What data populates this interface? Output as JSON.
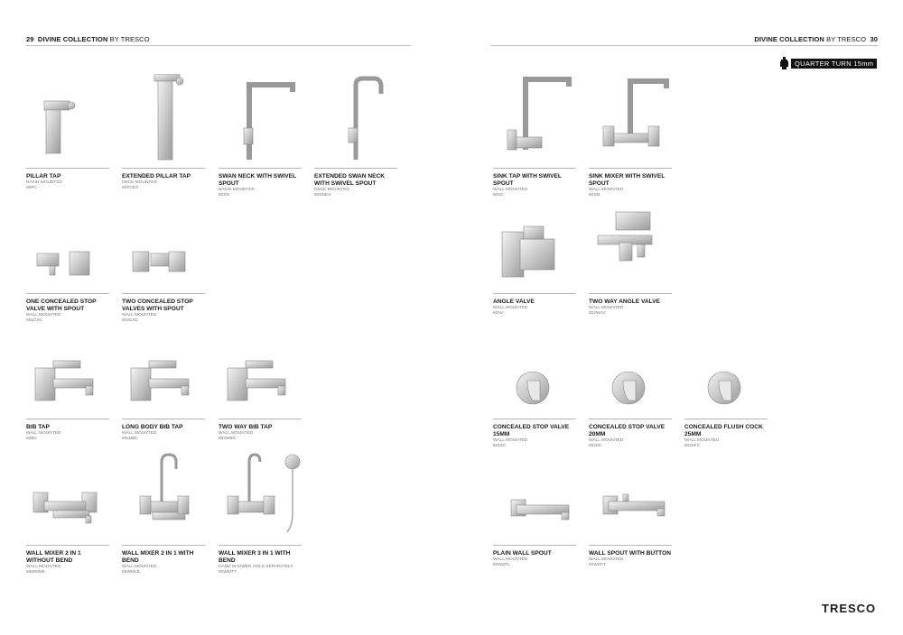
{
  "left_header": {
    "page": "29",
    "collection": "DIVINE COLLECTION",
    "by": "BY TRESCO"
  },
  "right_header": {
    "page": "30",
    "collection": "DIVINE COLLECTION",
    "by": "BY TRESCO"
  },
  "badge": {
    "label": "QUARTER TURN 15mm",
    "icon": "valve-cartridge-icon"
  },
  "brand": "TRESCO",
  "products": [
    {
      "name": "PILLAR TAP",
      "mount": "BASIN MOUNTED",
      "code": "60PC",
      "kind": "pillar"
    },
    {
      "name": "EXTENDED PILLAR TAP",
      "mount": "DECK MOUNTED",
      "code": "60PCEX",
      "kind": "tallpillar"
    },
    {
      "name": "SWAN NECK WITH SWIVEL SPOUT",
      "mount": "BASIN MOUNTED",
      "code": "60SN",
      "kind": "swan"
    },
    {
      "name": "EXTENDED SWAN NECK WITH SWIVEL SPOUT",
      "mount": "DECK MOUNTED",
      "code": "60SNEX",
      "kind": "swan2"
    },
    {
      "name": "ONE CONCEALED STOP VALVE WITH SPOUT",
      "mount": "WALL MOUNTED",
      "code": "601CSC",
      "kind": "conc1"
    },
    {
      "name": "TWO CONCEALED STOP VALVES WITH SPOUT",
      "mount": "WALL MOUNTED",
      "code": "602CSC",
      "kind": "conc2"
    },
    {
      "name": "BIB TAP",
      "mount": "WALL MOUNTED",
      "code": "60BC",
      "kind": "bib"
    },
    {
      "name": "LONG BODY BIB TAP",
      "mount": "WALL MOUNTED",
      "code": "60LBBC",
      "kind": "bib"
    },
    {
      "name": "TWO WAY BIB TAP",
      "mount": "WALL MOUNTED",
      "code": "602WBC",
      "kind": "bib"
    },
    {
      "name": "WALL MIXER 2 IN 1 WITHOUT BEND",
      "mount": "WALL MOUNTED",
      "code": "60WMNB",
      "kind": "mixer"
    },
    {
      "name": "WALL MIXER 2 IN 1 WITH BEND",
      "mount": "WALL MOUNTED",
      "code": "60WMLB",
      "kind": "mixerbend"
    },
    {
      "name": "WALL MIXER 3 IN 1 WITH BEND",
      "mount": "HAND SHOWER SOLD SEPARATELY",
      "code": "60WMTT",
      "kind": "mixer3"
    },
    {
      "name": "SINK TAP WITH SWIVEL SPOUT",
      "mount": "WALL MOUNTED",
      "code": "60SC",
      "kind": "sink"
    },
    {
      "name": "SINK MIXER WITH SWIVEL SPOUT",
      "mount": "WALL MOUNTED",
      "code": "60SM",
      "kind": "sinkmix"
    },
    {
      "name": "ANGLE VALVE",
      "mount": "WALL MOUNTED",
      "code": "60AV",
      "kind": "angle"
    },
    {
      "name": "TWO WAY ANGLE VALVE",
      "mount": "WALL MOUNTED",
      "code": "602WAV",
      "kind": "angle2"
    },
    {
      "name": "CONCEALED STOP VALVE 15MM",
      "mount": "WALL MOUNTED",
      "code": "6015C",
      "kind": "round"
    },
    {
      "name": "CONCEALED STOP VALVE 20MM",
      "mount": "WALL MOUNTED",
      "code": "6020C",
      "kind": "round"
    },
    {
      "name": "CONCEALED FLUSH COCK 25MM",
      "mount": "WALL MOUNTED",
      "code": "6025FC",
      "kind": "round"
    },
    {
      "name": "PLAIN WALL SPOUT",
      "mount": "WALL MOUNTED",
      "code": "60WSPL",
      "kind": "spout"
    },
    {
      "name": "WALL SPOUT WITH BUTTON",
      "mount": "WALL MOUNTED",
      "code": "60WSFT",
      "kind": "spoutbtn"
    }
  ]
}
